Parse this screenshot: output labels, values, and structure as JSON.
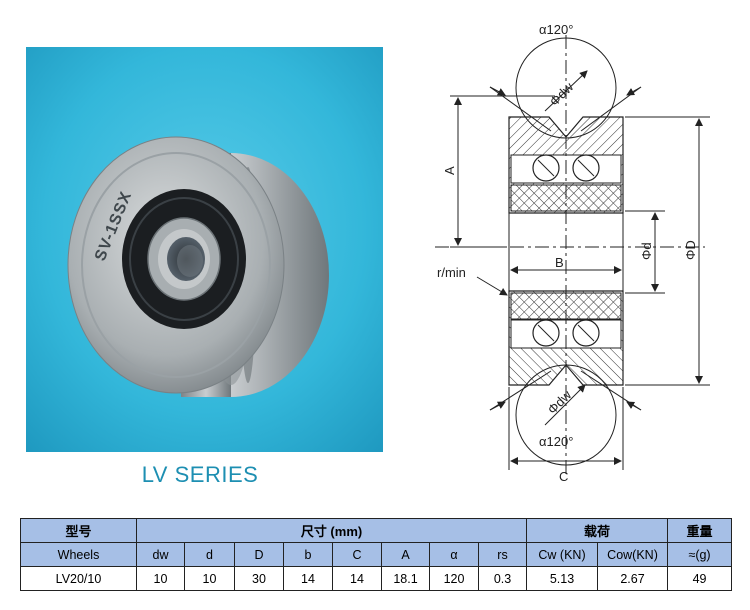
{
  "photo": {
    "wheel_marking": "SV-1SSX",
    "background_color": "#33b7da"
  },
  "series_title": "LV SERIES",
  "drawing": {
    "angle_top": "α120°",
    "angle_bottom": "α120°",
    "label_dw_top": "Φdw",
    "label_dw_bottom": "Φdw",
    "label_A": "A",
    "label_B": "B",
    "label_d": "Φd",
    "label_D": "ΦD",
    "label_r": "r/min",
    "label_C": "C",
    "hatch_color": "#333333"
  },
  "table": {
    "group_headers": {
      "model": "型号",
      "size": "尺寸 (mm)",
      "load": "载荷",
      "weight": "重量"
    },
    "columns": [
      "Wheels",
      "dw",
      "d",
      "D",
      "b",
      "C",
      "A",
      "α",
      "rs",
      "Cw (KN)",
      "Cow(KN)",
      "≈(g)"
    ],
    "rows": [
      [
        "LV20/10",
        "10",
        "10",
        "30",
        "14",
        "14",
        "18.1",
        "120",
        "0.3",
        "5.13",
        "2.67",
        "49"
      ]
    ],
    "header_color": "#a6bfe6"
  }
}
